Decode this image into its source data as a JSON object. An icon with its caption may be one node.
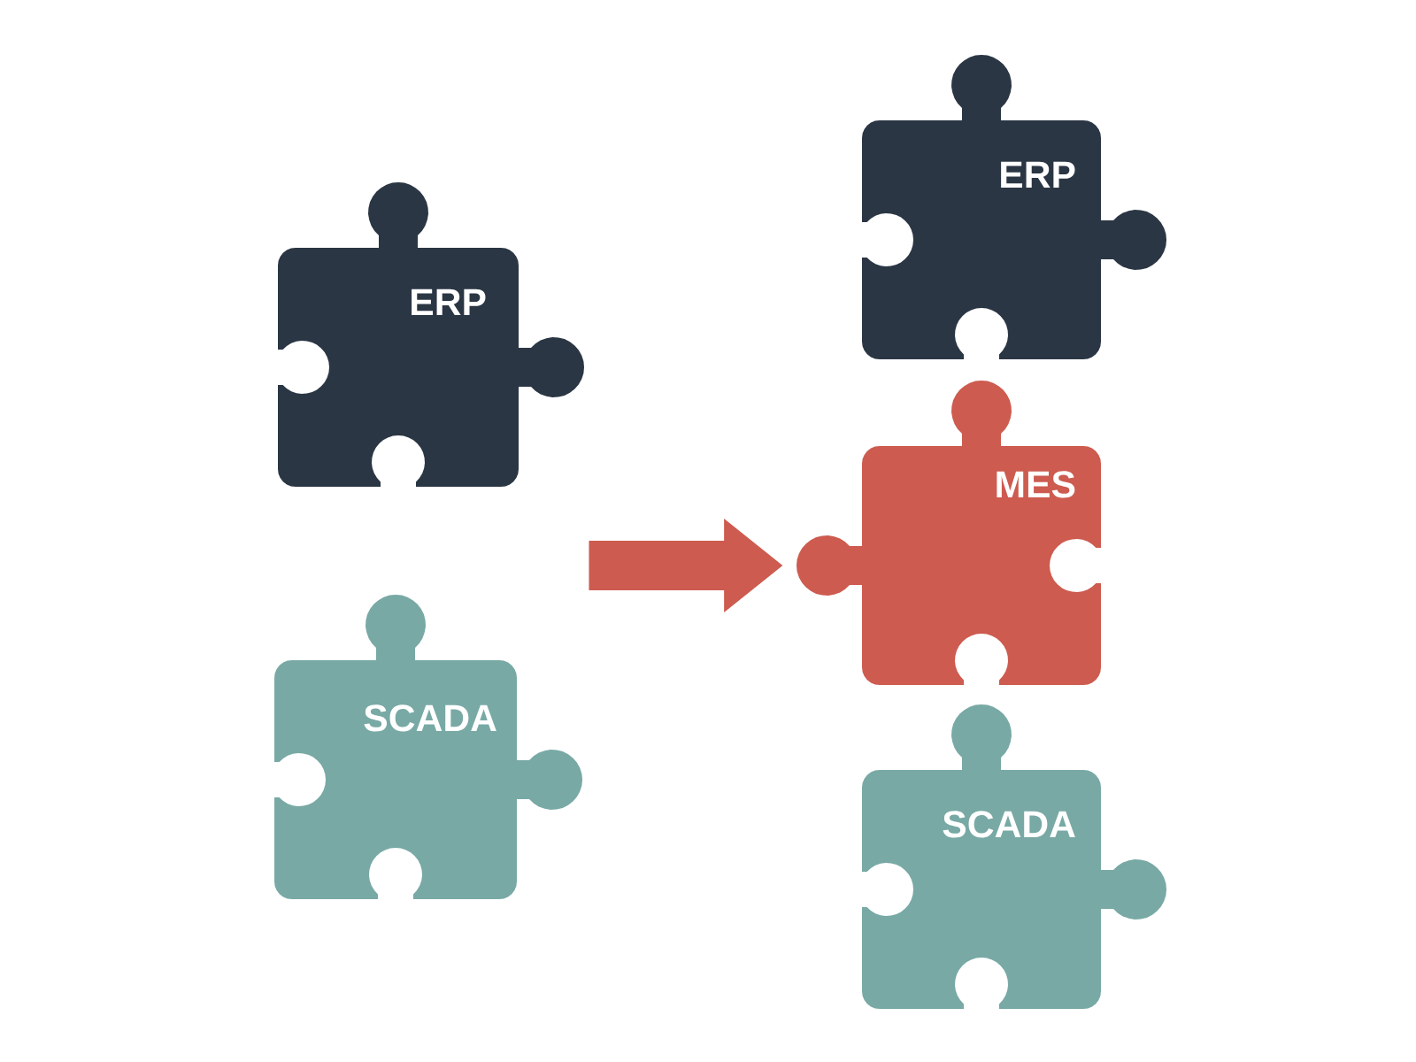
{
  "diagram": {
    "nodes": [
      {
        "text": [
          "ERP"
        ]
      },
      {
        "text": [
          "SCADA"
        ]
      },
      {
        "text": [
          "ERP"
        ]
      },
      {
        "text": [
          "MES"
        ]
      },
      {
        "text": [
          "SCADA"
        ]
      }
    ],
    "edges": [
      {
        "from": null,
        "to": 3,
        "arrow": "to"
      }
    ]
  }
}
